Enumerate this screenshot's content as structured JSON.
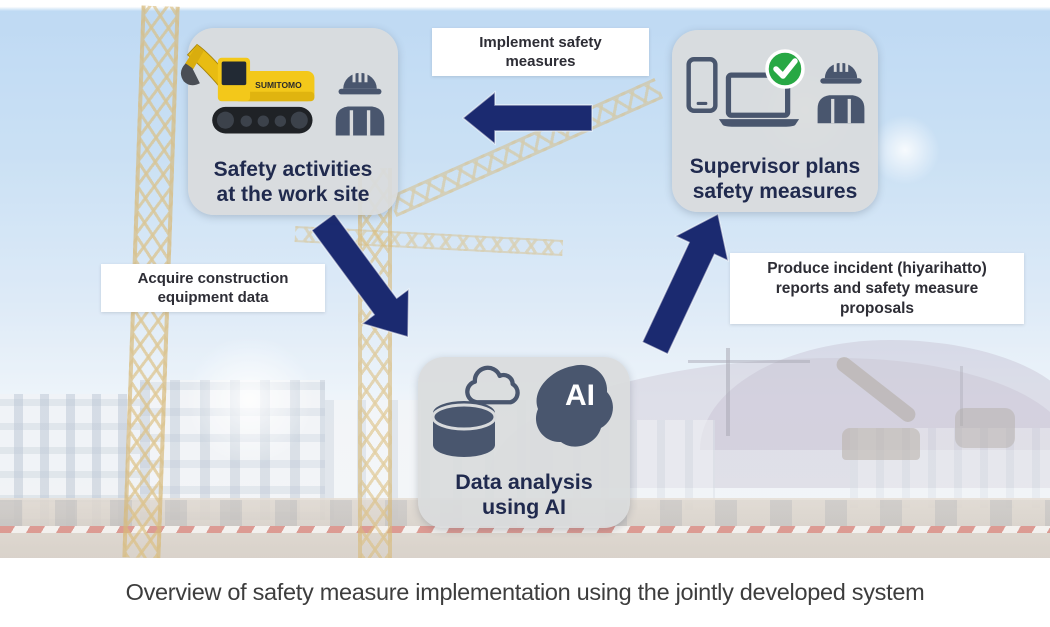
{
  "figure": {
    "caption": "Overview of safety measure implementation using the jointly developed system"
  },
  "nodes": {
    "worksite": {
      "title": "Safety activities\nat the work site",
      "excavator_brand": "SUMITOMO"
    },
    "supervisor": {
      "title": "Supervisor plans\nsafety measures"
    },
    "analysis": {
      "title": "Data analysis\nusing AI",
      "ai_badge": "AI"
    }
  },
  "edges": {
    "implement": {
      "label": "Implement safety\nmeasures",
      "from": "supervisor",
      "to": "worksite"
    },
    "acquire": {
      "label": "Acquire construction\nequipment data",
      "from": "worksite",
      "to": "analysis"
    },
    "produce": {
      "label": "Produce incident (hiyarihatto)\nreports and safety measure\nproposals",
      "from": "analysis",
      "to": "supervisor"
    }
  },
  "icons": {
    "worksite": [
      "excavator-icon",
      "construction-worker-icon"
    ],
    "supervisor": [
      "smartphone-icon",
      "laptop-icon",
      "green-check-icon",
      "construction-worker-icon"
    ],
    "analysis": [
      "cloud-icon",
      "database-icon",
      "ai-brain-icon"
    ]
  },
  "colors": {
    "arrow_navy": "#1b2a70",
    "node_title_text": "#202a4e",
    "label_text": "#2d2d35",
    "icon_slate": "#49566e",
    "check_green": "#27a844",
    "node_background": "#d9dbdd",
    "label_background": "#ffffff",
    "excavator_yellow": "#f2c71c",
    "sky_blue": "#b8d6f1",
    "caption_text": "#3d3d3d"
  }
}
